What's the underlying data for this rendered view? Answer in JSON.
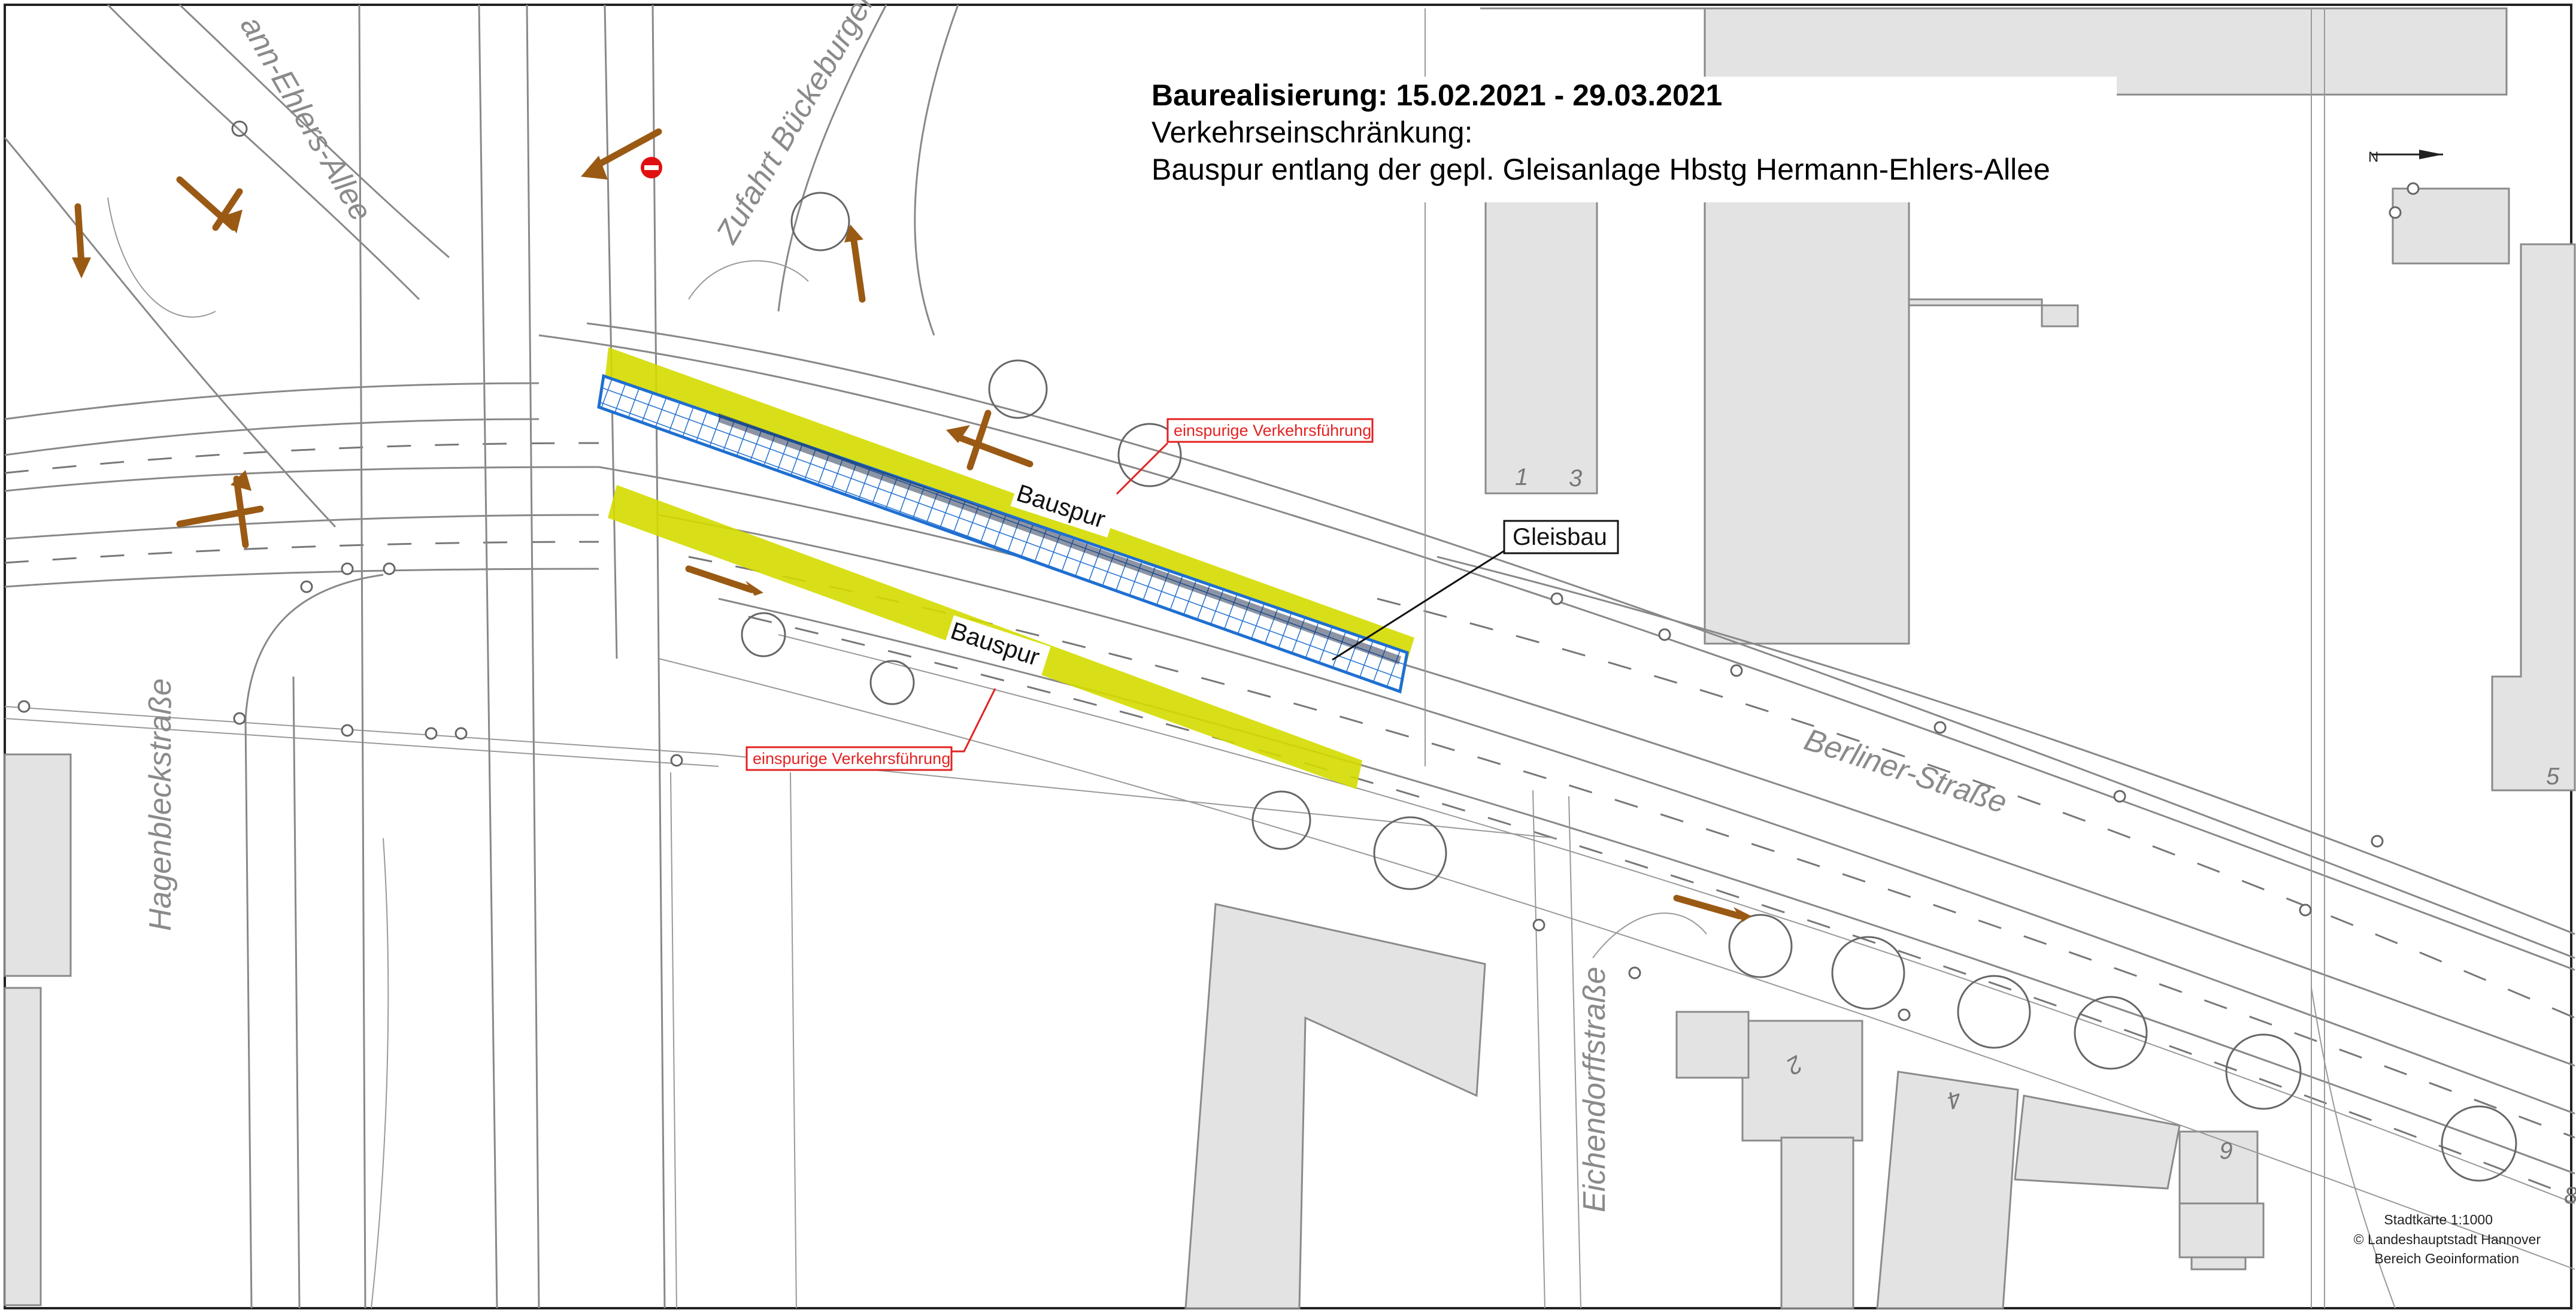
{
  "header": {
    "title": "Baurealisierung: 15.02.2021 - 29.03.2021",
    "subtitle": "Verkehrseinschränkung:",
    "description": "Bauspur entlang der gepl. Gleisanlage Hbstg Hermann-Ehlers-Allee"
  },
  "streets": {
    "hermann_ehlers_allee": "ann-Ehlers-Allee",
    "zufahrt": "Zufahrt Bückeburger A",
    "berliner_strasse": "Berliner-Straße",
    "hagenbleckstrasse": "Hagenbleckstraße",
    "eichendorffstrasse": "Eichendorffstraße"
  },
  "annotations": {
    "bauspur_upper": "Bauspur",
    "bauspur_lower": "Bauspur",
    "gleisbau": "Gleisbau",
    "einspurig_upper": "einspurige Verkehrsführung",
    "einspurig_lower": "einspurige Verkehrsführung"
  },
  "house_numbers": {
    "n1": "1",
    "n3": "3",
    "n2": "2",
    "n4": "4",
    "n6": "6",
    "n5": "5",
    "n8": "8"
  },
  "credits": {
    "line1": "Stadtkarte 1:1000",
    "line2": "© Landeshauptstadt Hannover",
    "line3": "Bereich Geoinformation"
  },
  "icons": {
    "north_arrow": "north-arrow-icon",
    "no_entry": "no-entry-sign-icon",
    "traffic_arrows": "traffic-direction-arrow-icon"
  },
  "colors": {
    "bauspur_yellow": "#d4dc00",
    "gleisbau_blue": "#1f6fd1",
    "label_red": "#e32222",
    "arrow_brown": "#9a5a14",
    "building_gray": "#e3e3e3",
    "no_entry_red": "#e01010"
  }
}
